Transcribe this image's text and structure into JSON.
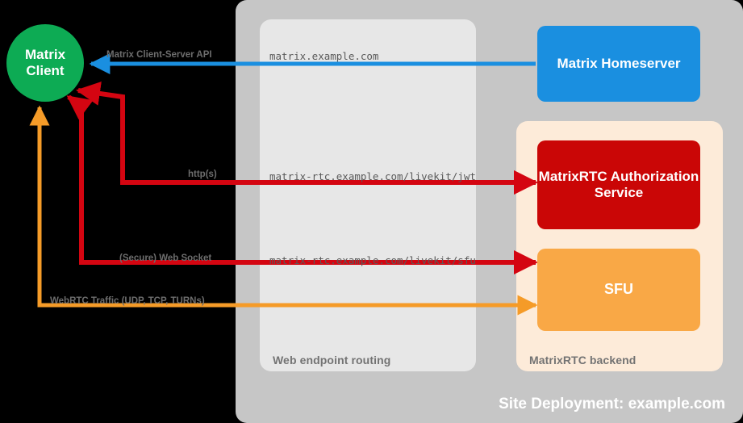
{
  "diagram": {
    "title": "Site Deployment: example.com",
    "client": {
      "line1": "Matrix",
      "line2": "Client",
      "color": "#0dab54"
    },
    "panels": {
      "site_label": "Site Deployment: example.com",
      "routing_label": "Web endpoint routing",
      "backend_label": "MatrixRTC backend",
      "site_color": "#c6c6c6",
      "routing_color": "#e7e7e7",
      "backend_color": "#fdebd9"
    },
    "services": [
      {
        "name": "Matrix Homeserver",
        "color": "#1a8fe0"
      },
      {
        "name": "MatrixRTC Authorization Service",
        "color": "#ca0606"
      },
      {
        "name": "SFU",
        "color": "#f9a846"
      }
    ],
    "endpoints": [
      {
        "host": "matrix.example.com"
      },
      {
        "host": "matrix-rtc.example.com/livekit/jwt"
      },
      {
        "host": "matrix-rtc.example.com/livekit/sfu"
      }
    ],
    "flows": [
      {
        "label": "Matrix Client-Server API",
        "color": "#1a8fe0",
        "direction": "to-client"
      },
      {
        "label": "http(s)",
        "color": "#e30613",
        "direction": "bidirectional"
      },
      {
        "label": "(Secure) Web Socket",
        "color": "#e30613",
        "direction": "bidirectional"
      },
      {
        "label": "WebRTC Traffic (UDP, TCP, TURNs)",
        "color": "#f59b28",
        "direction": "bidirectional"
      }
    ]
  }
}
